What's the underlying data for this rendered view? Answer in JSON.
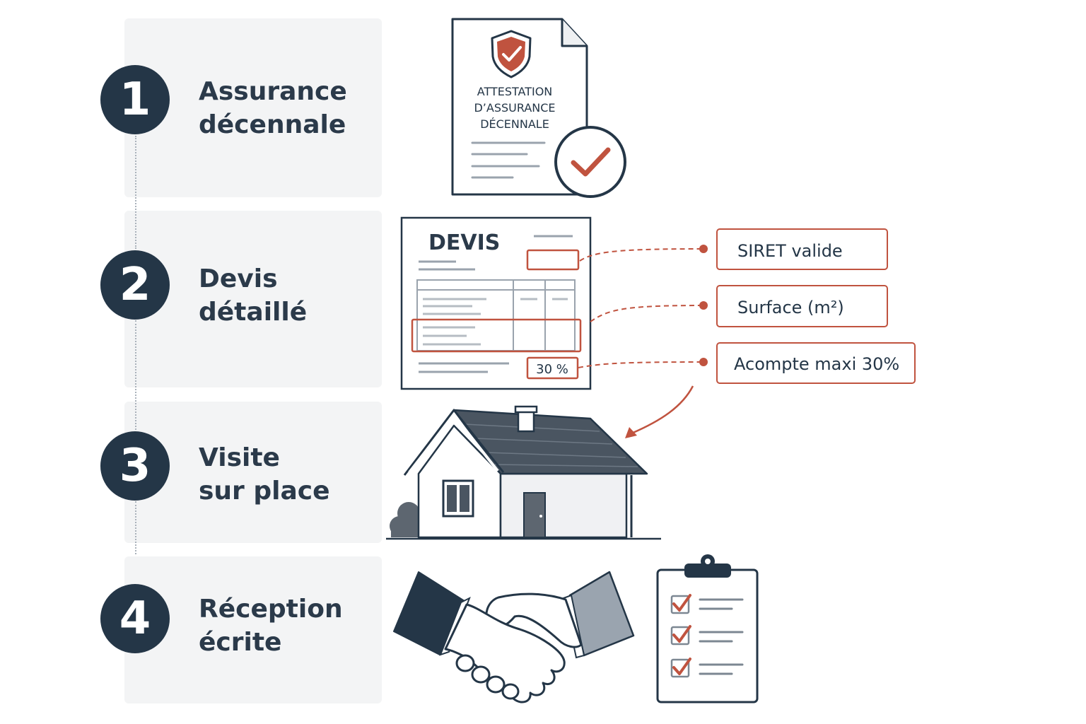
{
  "steps": [
    {
      "number": "1",
      "title_line1": "Assurance",
      "title_line2": "décennale"
    },
    {
      "number": "2",
      "title_line1": "Devis",
      "title_line2": "détaillé"
    },
    {
      "number": "3",
      "title_line1": "Visite",
      "title_line2": "sur place"
    },
    {
      "number": "4",
      "title_line1": "Réception",
      "title_line2": "écrite"
    }
  ],
  "certificate": {
    "line1": "ATTESTATION",
    "line2": "D’ASSURANCE",
    "line3": "DÉCENNALE"
  },
  "quote": {
    "title": "DEVIS",
    "percent_box": "30 %"
  },
  "callouts": [
    {
      "label": "SIRET valide"
    },
    {
      "label": "Surface (m²)"
    },
    {
      "label": "Acompte maxi 30%"
    }
  ],
  "colors": {
    "navy": "#243647",
    "accent": "#c0533f",
    "panel": "#f3f4f5",
    "text": "#2b3a4a"
  },
  "icons": [
    "shield-check-icon",
    "check-circle-icon",
    "house-icon",
    "handshake-icon",
    "clipboard-checklist-icon"
  ]
}
